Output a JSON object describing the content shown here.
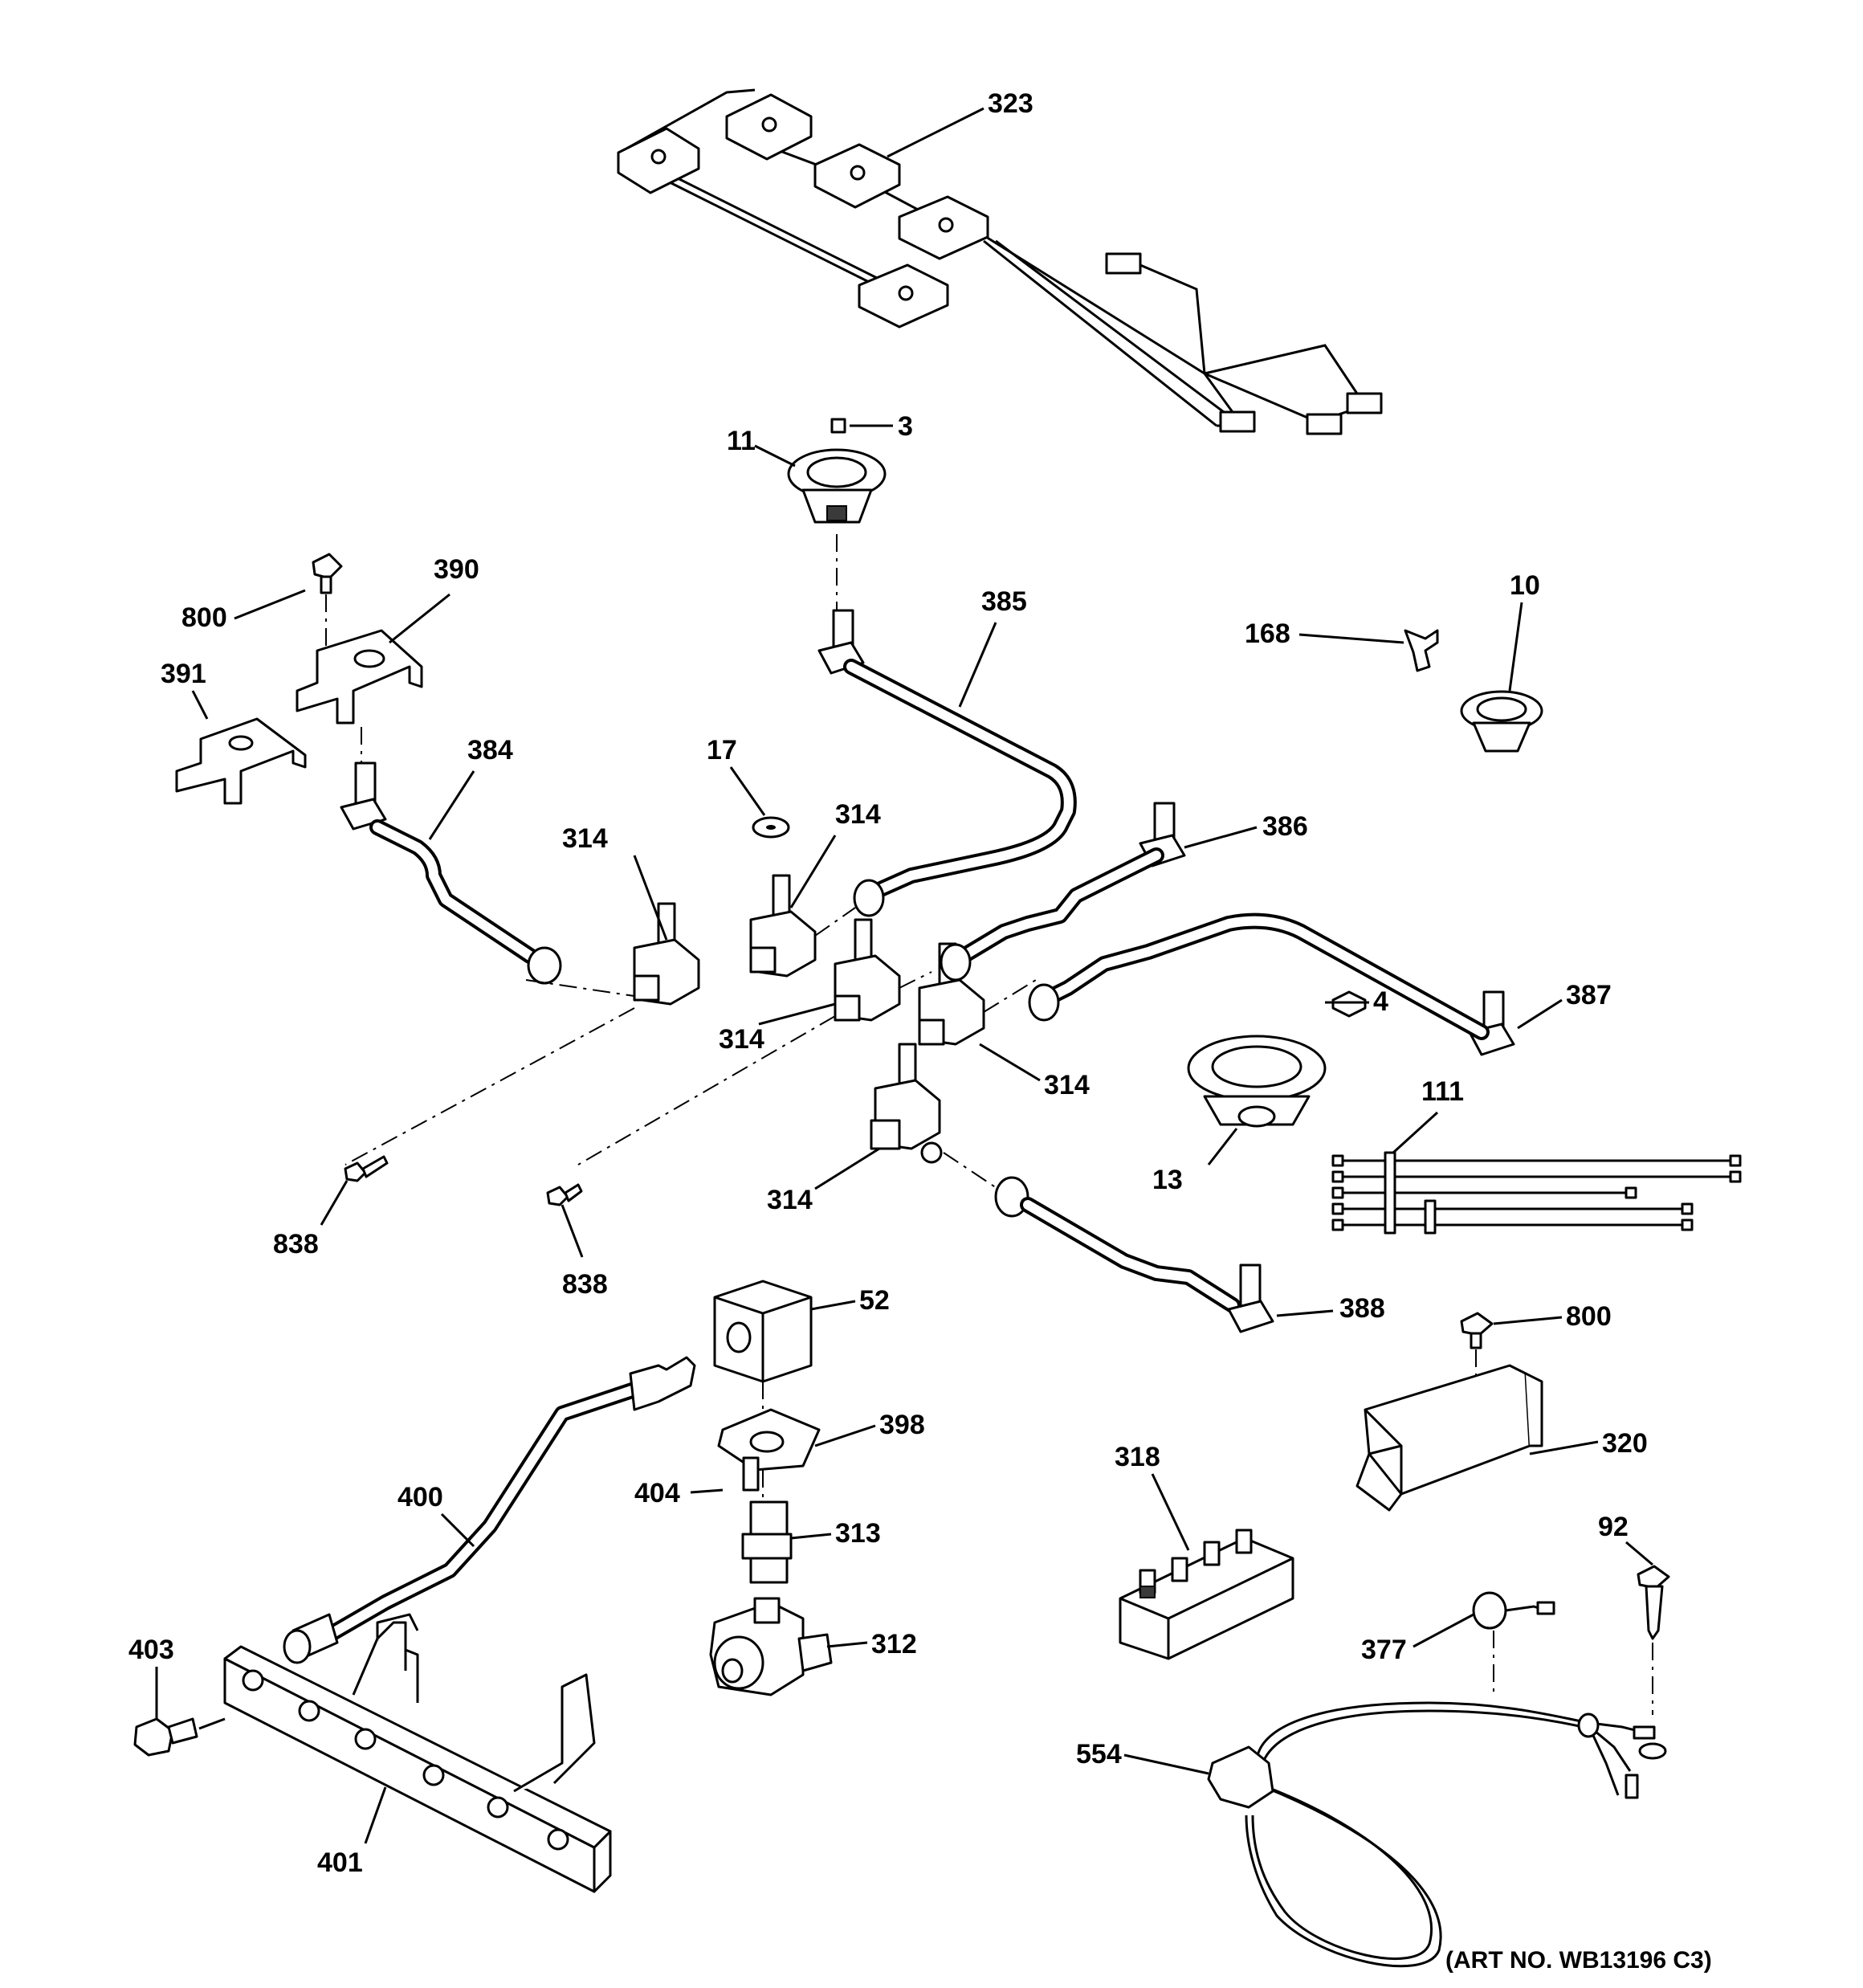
{
  "diagram": {
    "art_number": "(ART NO. WB13196 C3)",
    "callouts": [
      {
        "id": "323",
        "label": "323"
      },
      {
        "id": "3",
        "label": "3"
      },
      {
        "id": "11",
        "label": "11"
      },
      {
        "id": "800a",
        "label": "800"
      },
      {
        "id": "390",
        "label": "390"
      },
      {
        "id": "385",
        "label": "385"
      },
      {
        "id": "168",
        "label": "168"
      },
      {
        "id": "10",
        "label": "10"
      },
      {
        "id": "391",
        "label": "391"
      },
      {
        "id": "384",
        "label": "384"
      },
      {
        "id": "17",
        "label": "17"
      },
      {
        "id": "314a",
        "label": "314"
      },
      {
        "id": "314b",
        "label": "314"
      },
      {
        "id": "386",
        "label": "386"
      },
      {
        "id": "4",
        "label": "4"
      },
      {
        "id": "387",
        "label": "387"
      },
      {
        "id": "314c",
        "label": "314"
      },
      {
        "id": "314d",
        "label": "314"
      },
      {
        "id": "111",
        "label": "111"
      },
      {
        "id": "13",
        "label": "13"
      },
      {
        "id": "314e",
        "label": "314"
      },
      {
        "id": "838a",
        "label": "838"
      },
      {
        "id": "838b",
        "label": "838"
      },
      {
        "id": "52",
        "label": "52"
      },
      {
        "id": "388",
        "label": "388"
      },
      {
        "id": "800b",
        "label": "800"
      },
      {
        "id": "398",
        "label": "398"
      },
      {
        "id": "320",
        "label": "320"
      },
      {
        "id": "318",
        "label": "318"
      },
      {
        "id": "400",
        "label": "400"
      },
      {
        "id": "404",
        "label": "404"
      },
      {
        "id": "313",
        "label": "313"
      },
      {
        "id": "92",
        "label": "92"
      },
      {
        "id": "403",
        "label": "403"
      },
      {
        "id": "312",
        "label": "312"
      },
      {
        "id": "377",
        "label": "377"
      },
      {
        "id": "554",
        "label": "554"
      },
      {
        "id": "401",
        "label": "401"
      }
    ]
  }
}
